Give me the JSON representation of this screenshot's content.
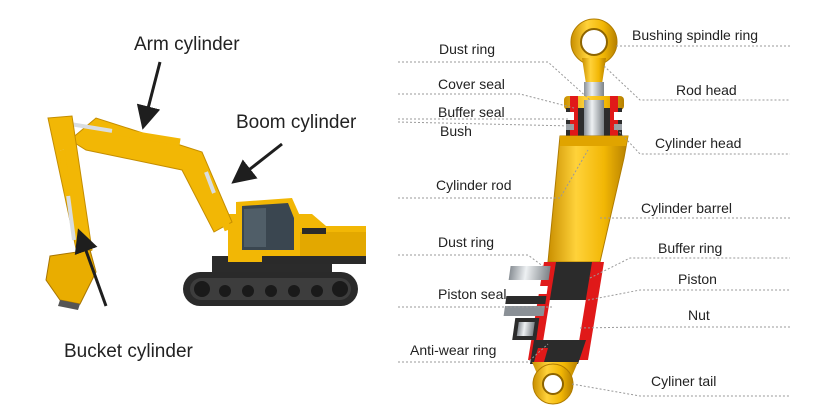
{
  "excavator_labels": {
    "arm_cylinder": "Arm cylinder",
    "boom_cylinder": "Boom cylinder",
    "bucket_cylinder": "Bucket cylinder"
  },
  "cylinder_labels": {
    "left": {
      "dust_ring_top": "Dust ring",
      "cover_seal": "Cover seal",
      "buffer_seal": "Buffer seal",
      "bush": "Bush",
      "cylinder_rod": "Cylinder rod",
      "dust_ring_bottom": "Dust ring",
      "piston_seal": "Piston seal",
      "anti_wear_ring": "Anti-wear ring"
    },
    "right": {
      "bushing_spindle_ring": "Bushing spindle ring",
      "rod_head": "Rod head",
      "cylinder_head": "Cylinder head",
      "cylinder_barrel": "Cylinder barrel",
      "buffer_ring": "Buffer ring",
      "piston": "Piston",
      "nut": "Nut",
      "cylinder_tail": "Cyliner tail"
    }
  },
  "colors": {
    "machine_yellow": "#f2b705",
    "dark": "#1e1e1e",
    "steel": "#b9bec3",
    "seal_red": "#e01919",
    "leader": "#9a9a9a"
  }
}
